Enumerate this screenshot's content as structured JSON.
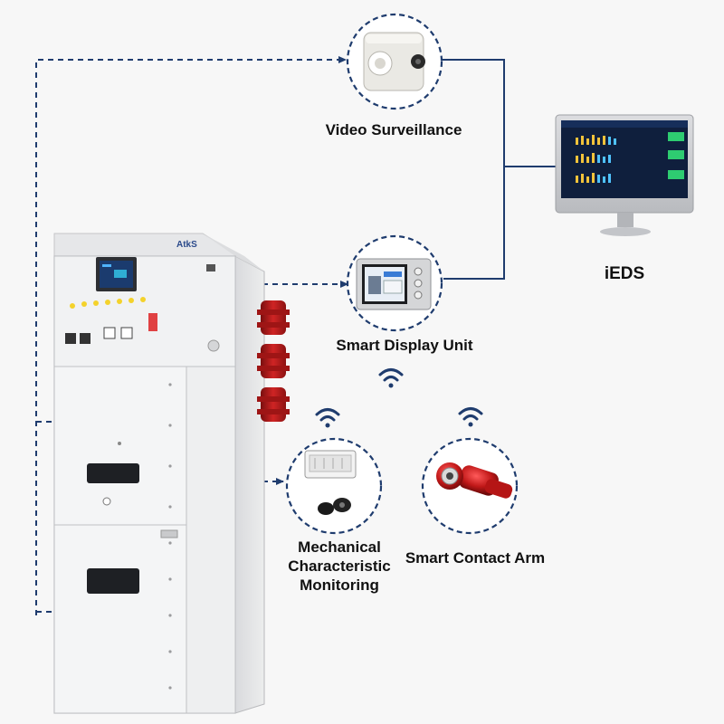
{
  "labels": {
    "video_surveillance": "Video Surveillance",
    "ieds": "iEDS",
    "smart_display_unit": "Smart Display Unit",
    "mechanical_line1": "Mechanical",
    "mechanical_line2": "Characteristic",
    "mechanical_line3": "Monitoring",
    "smart_contact_arm": "Smart Contact Arm"
  },
  "cabinet": {
    "brand_text": "AtkS"
  },
  "icons": {
    "camera": "camera-icon",
    "monitor": "monitor-icon",
    "display_unit": "touch-panel-icon",
    "wireless": "wifi-signal-icon",
    "sensor": "sensor-module-icon",
    "contact_arm": "contact-arm-icon"
  },
  "colors": {
    "connector_blue": "#1f3c6e",
    "circle_border": "#1f3c6e",
    "insulator_red": "#b31b1b",
    "contact_arm_red": "#c01818",
    "cabinet_white": "#f2f3f4",
    "screen_blue": "#1b3b6e"
  }
}
